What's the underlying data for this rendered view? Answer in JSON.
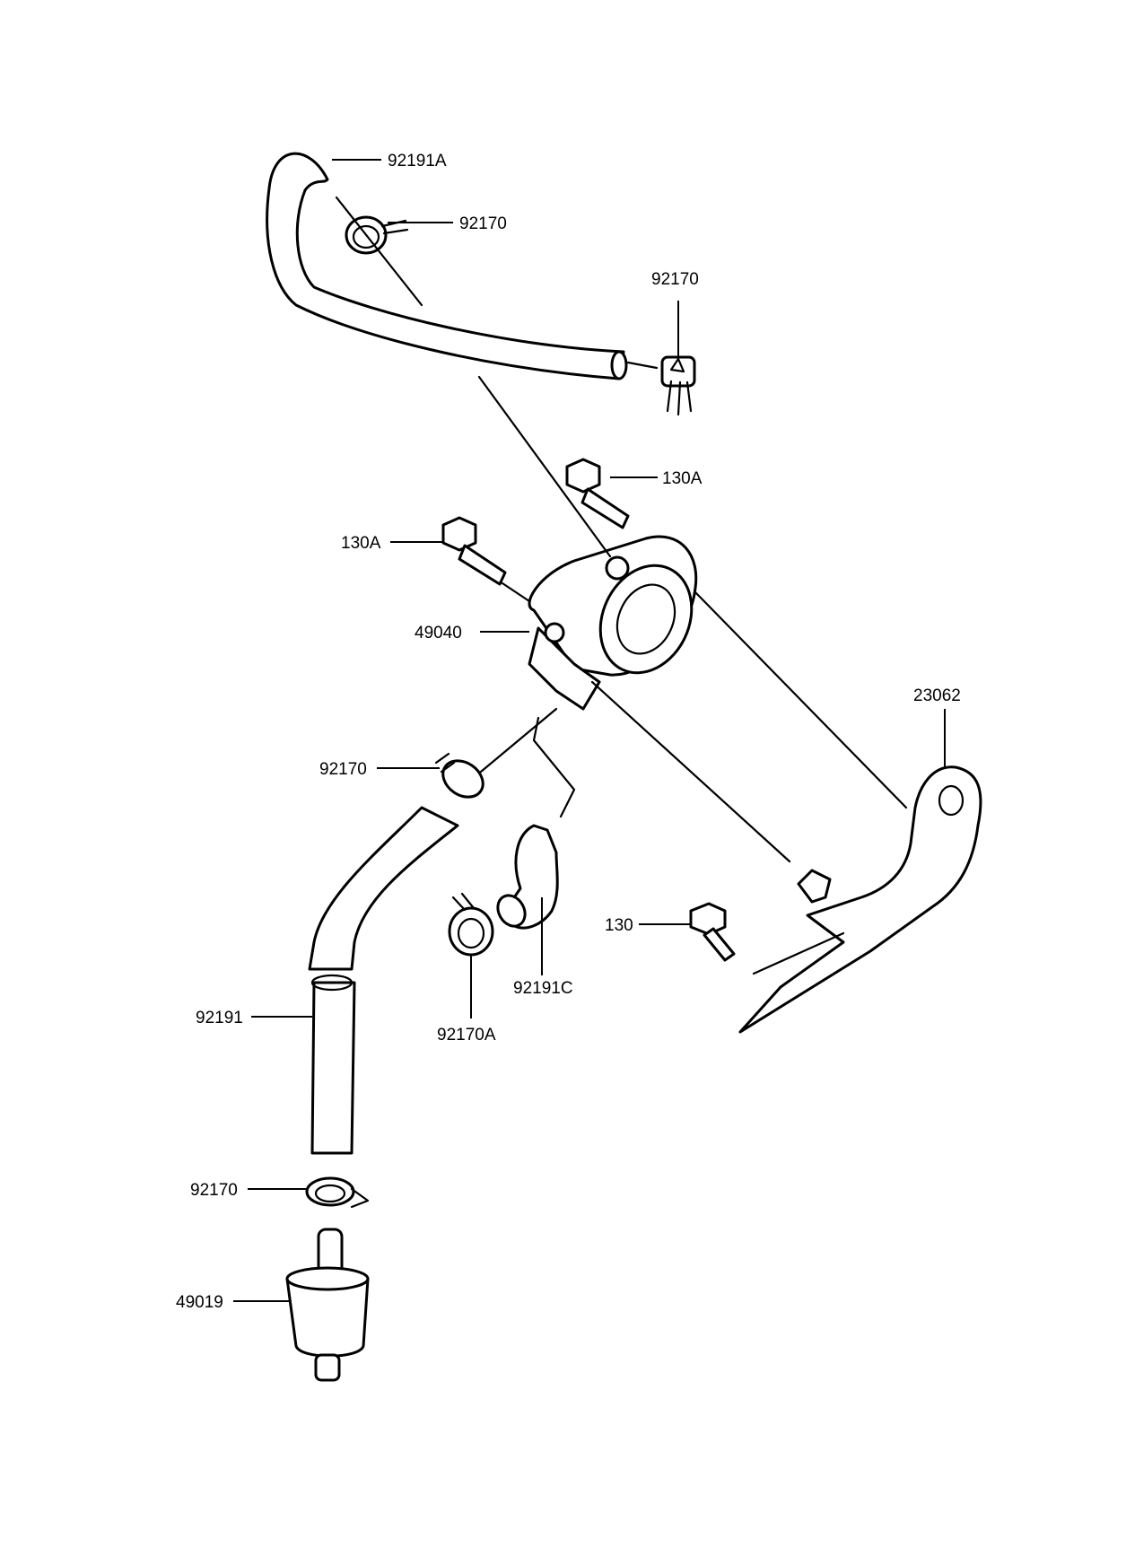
{
  "callouts": {
    "hose_upper": "92191A",
    "clamp_upper_left": "92170",
    "clamp_upper_right": "92170",
    "bolt_right": "130A",
    "bolt_left": "130A",
    "fuel_pump": "49040",
    "bracket": "23062",
    "clamp_middle": "92170",
    "bolt_bracket": "130",
    "hose_small": "92191C",
    "clamp_small": "92170A",
    "hose_lower": "92191",
    "clamp_lower": "92170",
    "fuel_filter": "49019"
  }
}
